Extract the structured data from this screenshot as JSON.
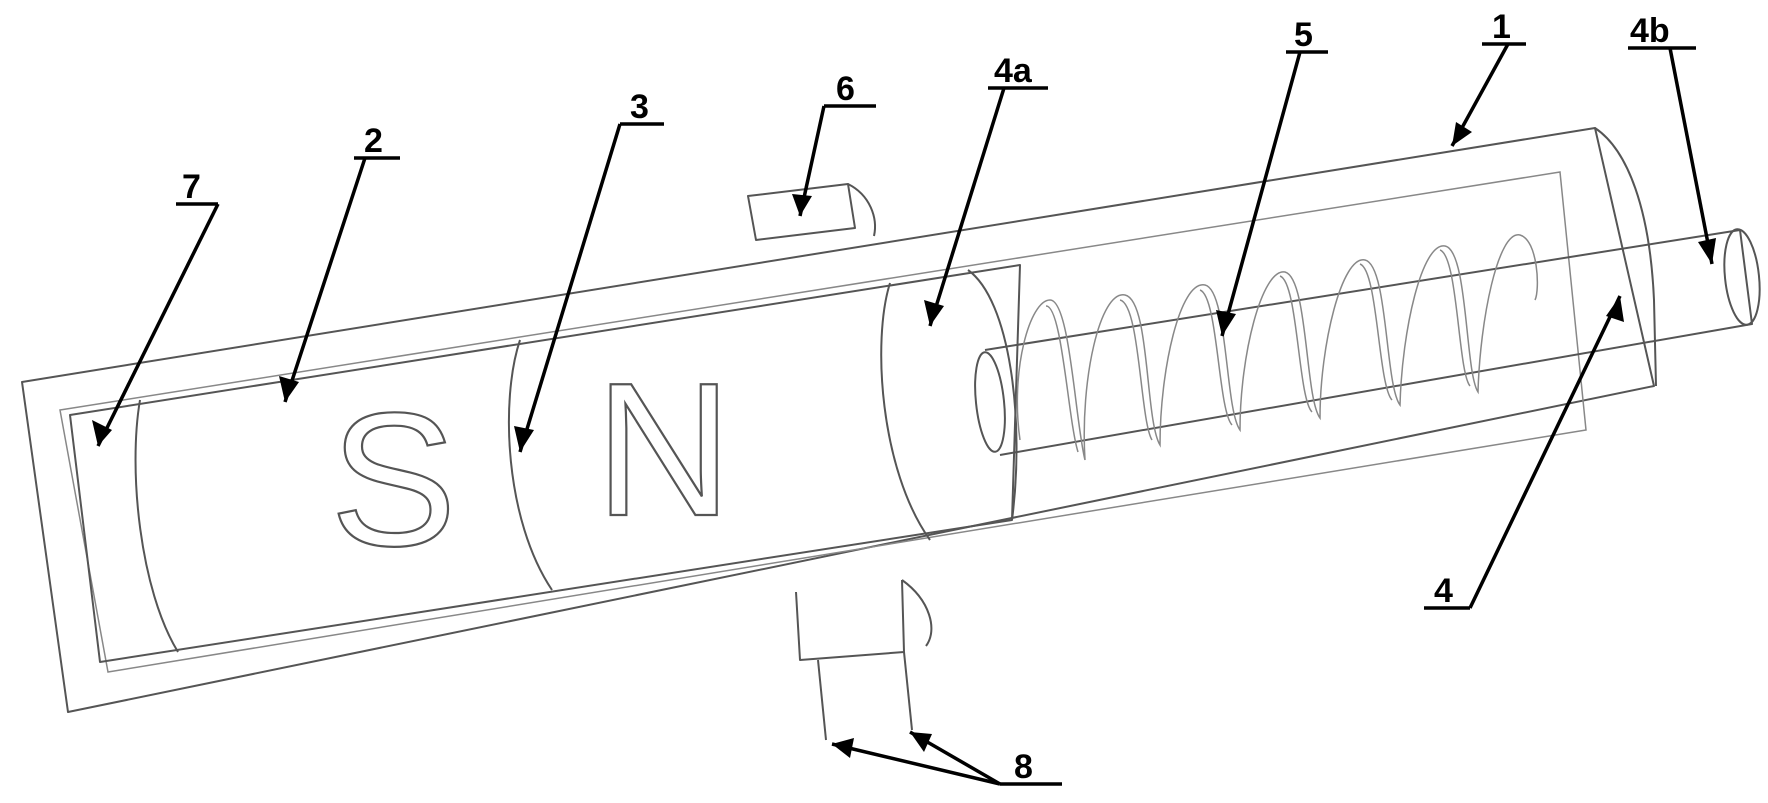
{
  "figure": {
    "magnet_poles": {
      "south": "S",
      "north": "N"
    },
    "callouts": [
      {
        "key": "7",
        "text": "7"
      },
      {
        "key": "2",
        "text": "2"
      },
      {
        "key": "3",
        "text": "3"
      },
      {
        "key": "6",
        "text": "6"
      },
      {
        "key": "4a",
        "text": "4a"
      },
      {
        "key": "5",
        "text": "5"
      },
      {
        "key": "1",
        "text": "1"
      },
      {
        "key": "4b",
        "text": "4b"
      },
      {
        "key": "4",
        "text": "4"
      },
      {
        "key": "8",
        "text": "8"
      }
    ]
  }
}
